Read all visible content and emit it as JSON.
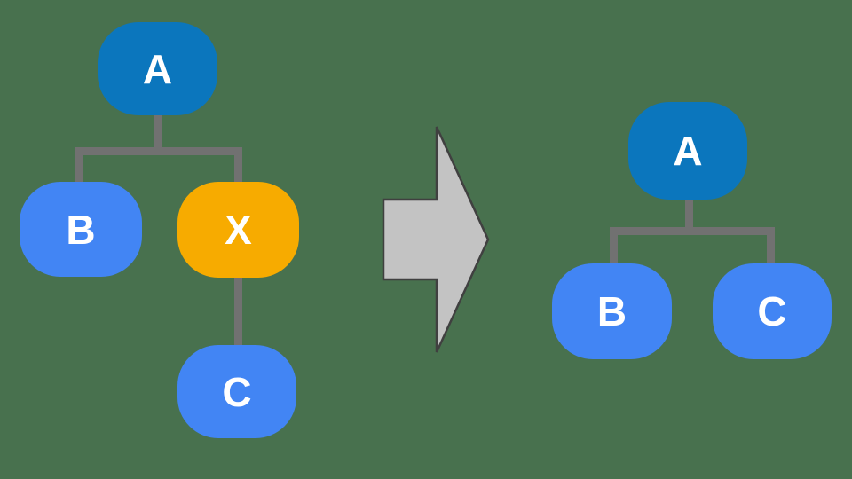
{
  "page": {
    "background_color": "#48714e"
  },
  "diagram": {
    "connector_color": "#717171",
    "node_text_color": "#ffffff",
    "before_tree": {
      "nodes": [
        {
          "id": "A",
          "label": "A",
          "color": "#0b76bd"
        },
        {
          "id": "B",
          "label": "B",
          "color": "#4285f4"
        },
        {
          "id": "X",
          "label": "X",
          "color": "#f7ab00"
        },
        {
          "id": "C",
          "label": "C",
          "color": "#4285f4"
        }
      ],
      "edges": [
        {
          "from": "A",
          "to": "B"
        },
        {
          "from": "A",
          "to": "X"
        },
        {
          "from": "X",
          "to": "C"
        }
      ]
    },
    "arrow": {
      "direction": "right",
      "fill": "#c3c3c3",
      "border_color": "#404040"
    },
    "after_tree": {
      "nodes": [
        {
          "id": "A",
          "label": "A",
          "color": "#0b76bd"
        },
        {
          "id": "B",
          "label": "B",
          "color": "#4285f4"
        },
        {
          "id": "C",
          "label": "C",
          "color": "#4285f4"
        }
      ],
      "edges": [
        {
          "from": "A",
          "to": "B"
        },
        {
          "from": "A",
          "to": "C"
        }
      ]
    }
  }
}
